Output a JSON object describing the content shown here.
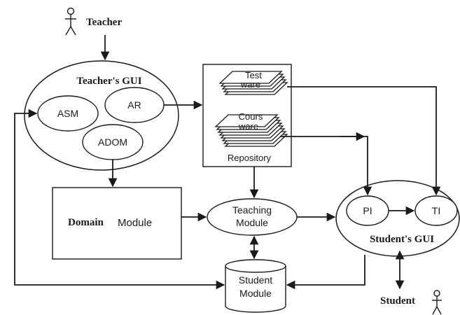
{
  "actors": {
    "teacher": "Teacher",
    "student": "Student"
  },
  "teacher_gui": {
    "title": "Teacher's GUI",
    "asm": "ASM",
    "ar": "AR",
    "adom": "ADOM"
  },
  "repository": {
    "label": "Repository",
    "testware_line1": "Test",
    "testware_line2": "ware",
    "courseware_line1": "Cours",
    "courseware_line2": "ware"
  },
  "domain_module": {
    "word1": "Domain",
    "word2": "Module"
  },
  "teaching_module": {
    "line1": "Teaching",
    "line2": "Module"
  },
  "student_module": {
    "line1": "Student",
    "line2": "Module"
  },
  "student_gui": {
    "title": "Student's GUI",
    "pi": "PI",
    "ti": "TI"
  }
}
